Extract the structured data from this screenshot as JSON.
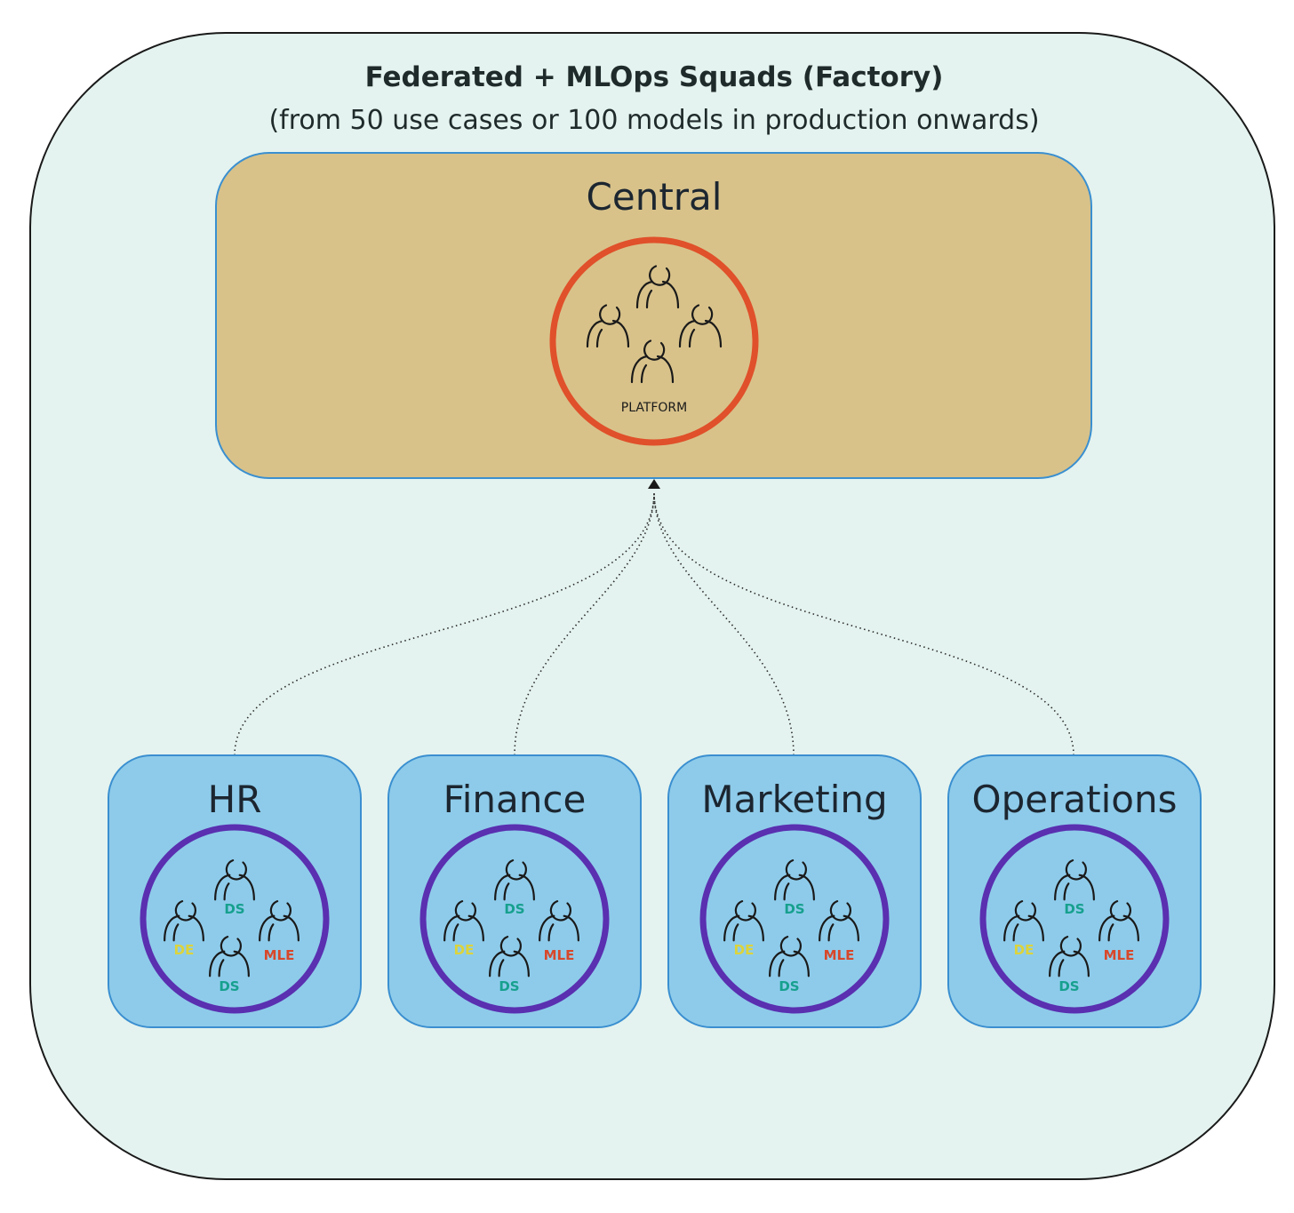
{
  "title": "Federated + MLOps Squads (Factory)",
  "subtitle": "(from 50 use cases or 100 models in production onwards)",
  "central": {
    "label": "Central",
    "team_label": "PLATFORM",
    "member_count": 4
  },
  "domains": [
    {
      "label": "HR",
      "roles": {
        "top": "DS",
        "left": "DE",
        "bottom": "DS",
        "right": "MLE"
      }
    },
    {
      "label": "Finance",
      "roles": {
        "top": "DS",
        "left": "DE",
        "bottom": "DS",
        "right": "MLE"
      }
    },
    {
      "label": "Marketing",
      "roles": {
        "top": "DS",
        "left": "DE",
        "bottom": "DS",
        "right": "MLE"
      }
    },
    {
      "label": "Operations",
      "roles": {
        "top": "DS",
        "left": "DE",
        "bottom": "DS",
        "right": "MLE"
      }
    }
  ],
  "colors": {
    "outer_bg": "#e4f3ef",
    "central_bg": "#d8c28a",
    "domain_bg": "#8ecbea",
    "box_border": "#3a8fd0",
    "platform_ring": "#e0502a",
    "squad_ring": "#5a2fb0",
    "DE": "#dcd33c",
    "DS": "#16a08e",
    "MLE": "#d8472a"
  }
}
